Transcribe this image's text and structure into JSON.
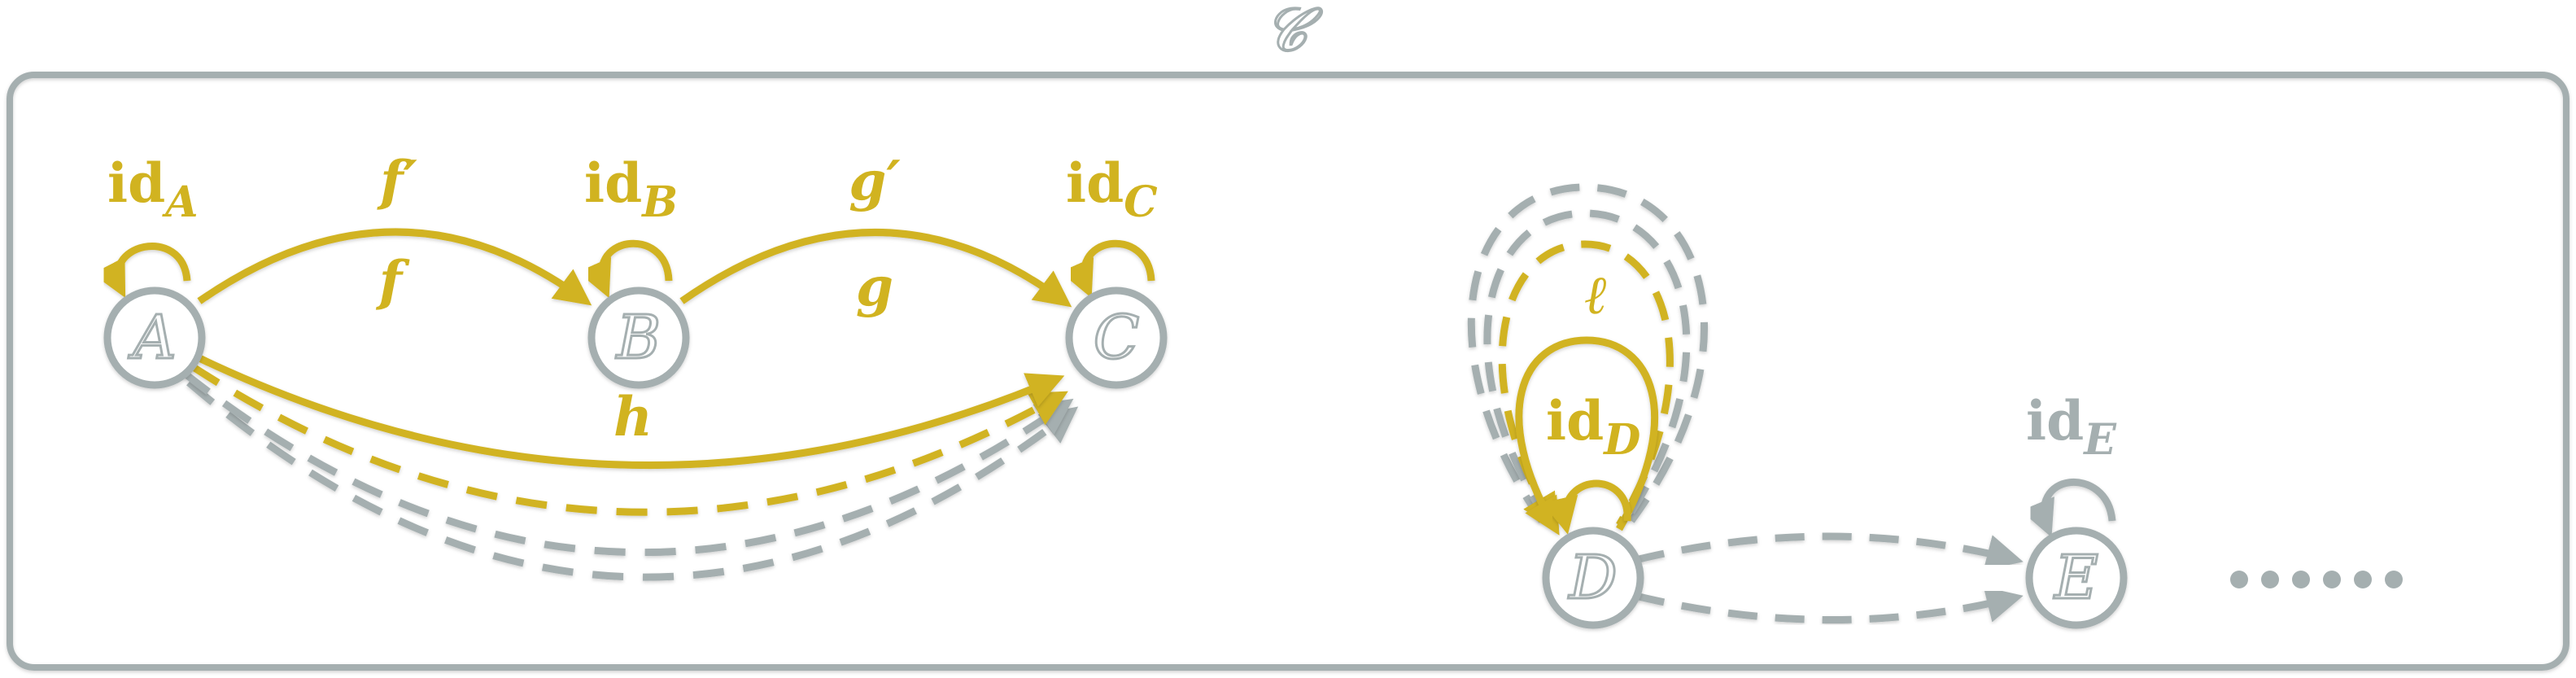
{
  "category": {
    "label": "𝒞"
  },
  "colors": {
    "gold": "#D1B320",
    "gray": "#A5AFB0",
    "node_fill": "#ffffff"
  },
  "objects": [
    {
      "id": "A",
      "label": "A"
    },
    {
      "id": "B",
      "label": "B"
    },
    {
      "id": "C",
      "label": "C"
    },
    {
      "id": "D",
      "label": "D"
    },
    {
      "id": "E",
      "label": "E"
    }
  ],
  "identities": [
    {
      "object": "A",
      "base": "id",
      "sub": "A"
    },
    {
      "object": "B",
      "base": "id",
      "sub": "B"
    },
    {
      "object": "C",
      "base": "id",
      "sub": "C"
    },
    {
      "object": "D",
      "base": "id",
      "sub": "D"
    },
    {
      "object": "E",
      "base": "id",
      "sub": "E"
    }
  ],
  "morphisms": [
    {
      "name": "f",
      "label": "f",
      "from": "A",
      "to": "B",
      "style": "solid-gold"
    },
    {
      "name": "f'",
      "label": "f′",
      "from": "A",
      "to": "B",
      "style": "solid-gold"
    },
    {
      "name": "g",
      "label": "g",
      "from": "B",
      "to": "C",
      "style": "solid-gold"
    },
    {
      "name": "g'",
      "label": "g′",
      "from": "B",
      "to": "C",
      "style": "solid-gold"
    },
    {
      "name": "h",
      "label": "h",
      "from": "A",
      "to": "C",
      "style": "solid-gold"
    },
    {
      "name": "l",
      "label": "ℓ",
      "from": "D",
      "to": "D",
      "style": "dashed-gold"
    }
  ],
  "ellipsis": "••••••"
}
